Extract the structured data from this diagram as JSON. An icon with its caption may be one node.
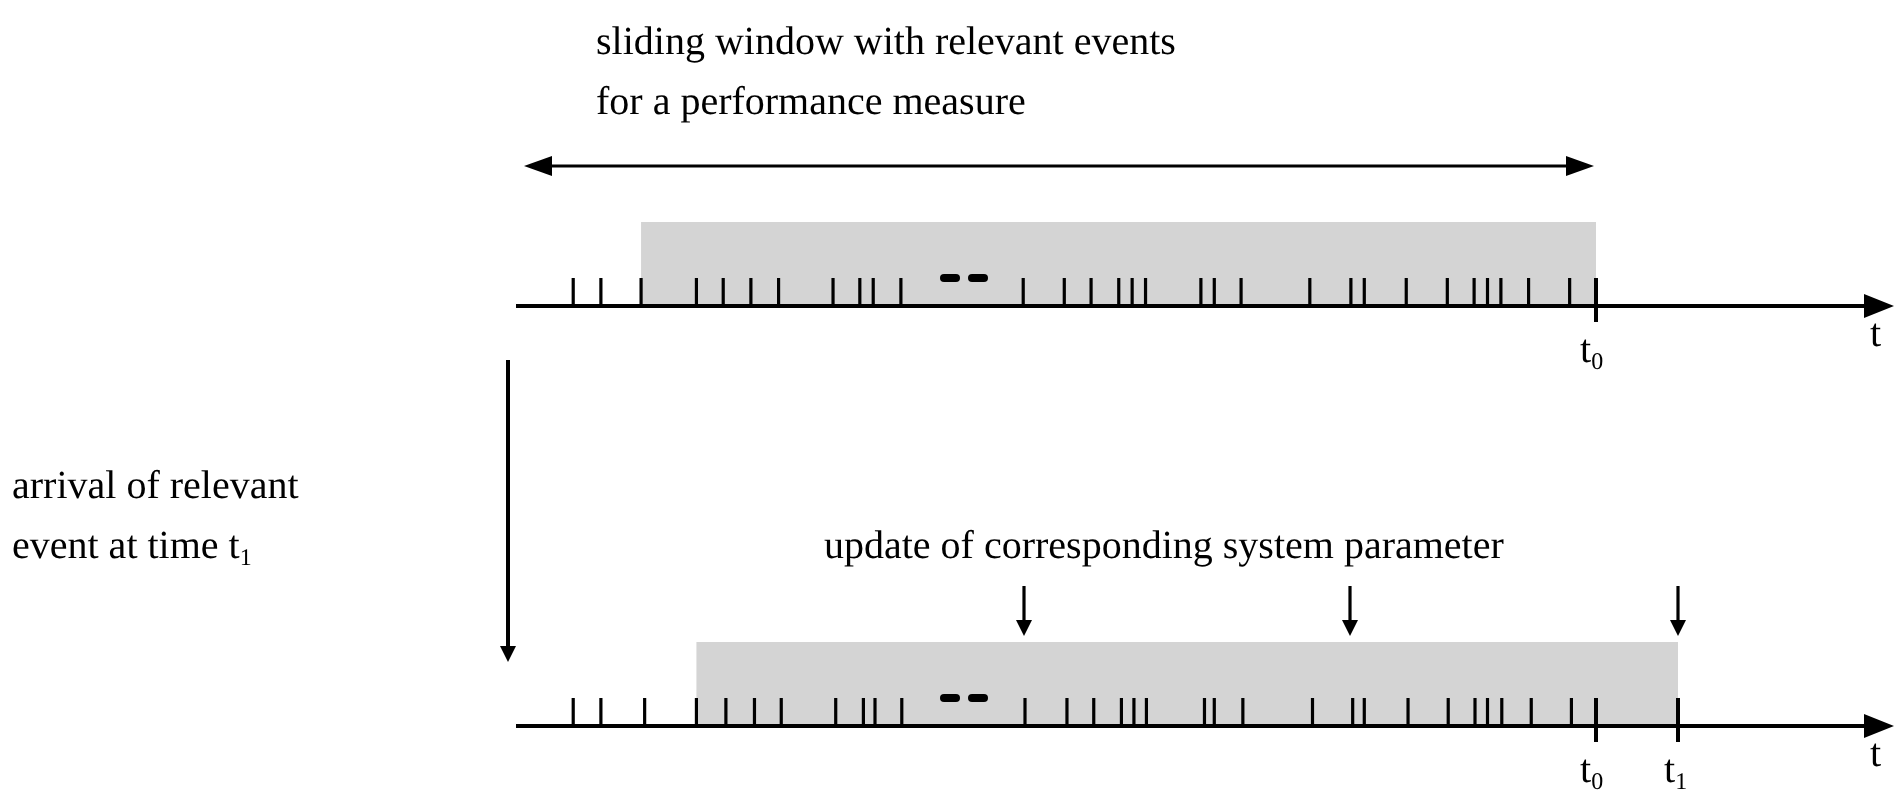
{
  "diagram": {
    "labels": [
      "sliding window with relevant events for a performance measure",
      "t$_{0}$",
      "t",
      "arrival of relevant event at time t$_{1}$",
      "update of corresponding system parameter",
      "t$_{0}$",
      "t$_{1}$",
      "t"
    ]
  }
}
